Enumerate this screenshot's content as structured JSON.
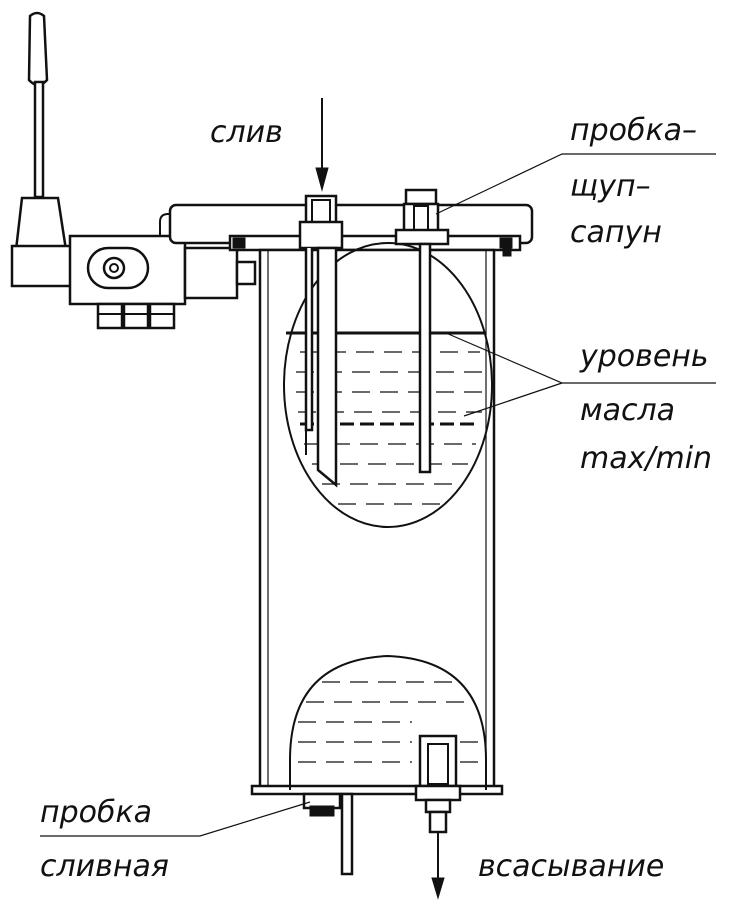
{
  "labels": {
    "sliv": "слив",
    "probka_shchup_sapun": [
      "пробка–",
      "щуп–",
      "сапун"
    ],
    "uroven_masla": [
      "уровень",
      "масла",
      "max/min"
    ],
    "probka_slivnaya": [
      "пробка",
      "сливная"
    ],
    "vsasyvanie": "всасывание"
  }
}
